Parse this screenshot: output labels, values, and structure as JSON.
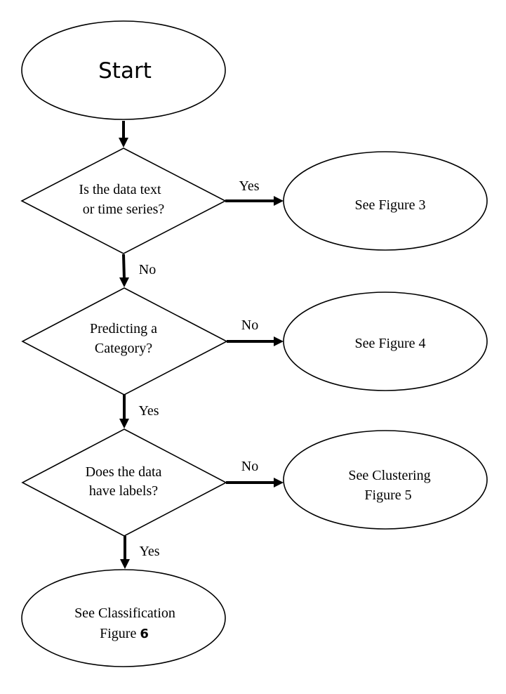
{
  "nodes": {
    "start": {
      "label": "Start"
    },
    "q1": {
      "line1": "Is the data text",
      "line2": "or time series?"
    },
    "fig3": {
      "label": "See Figure 3"
    },
    "q2": {
      "line1": "Predicting a",
      "line2": "Category?"
    },
    "fig4": {
      "label": "See Figure 4"
    },
    "q3": {
      "line1": "Does the data",
      "line2": "have labels?"
    },
    "fig5": {
      "line1": "See Clustering",
      "line2": "Figure 5"
    },
    "fig6": {
      "line1": "See Classification",
      "line2_text": "Figure ",
      "line2_digit": "6"
    }
  },
  "edges": {
    "q1_yes": "Yes",
    "q1_no": "No",
    "q2_no": "No",
    "q2_yes": "Yes",
    "q3_no": "No",
    "q3_yes": "Yes"
  }
}
